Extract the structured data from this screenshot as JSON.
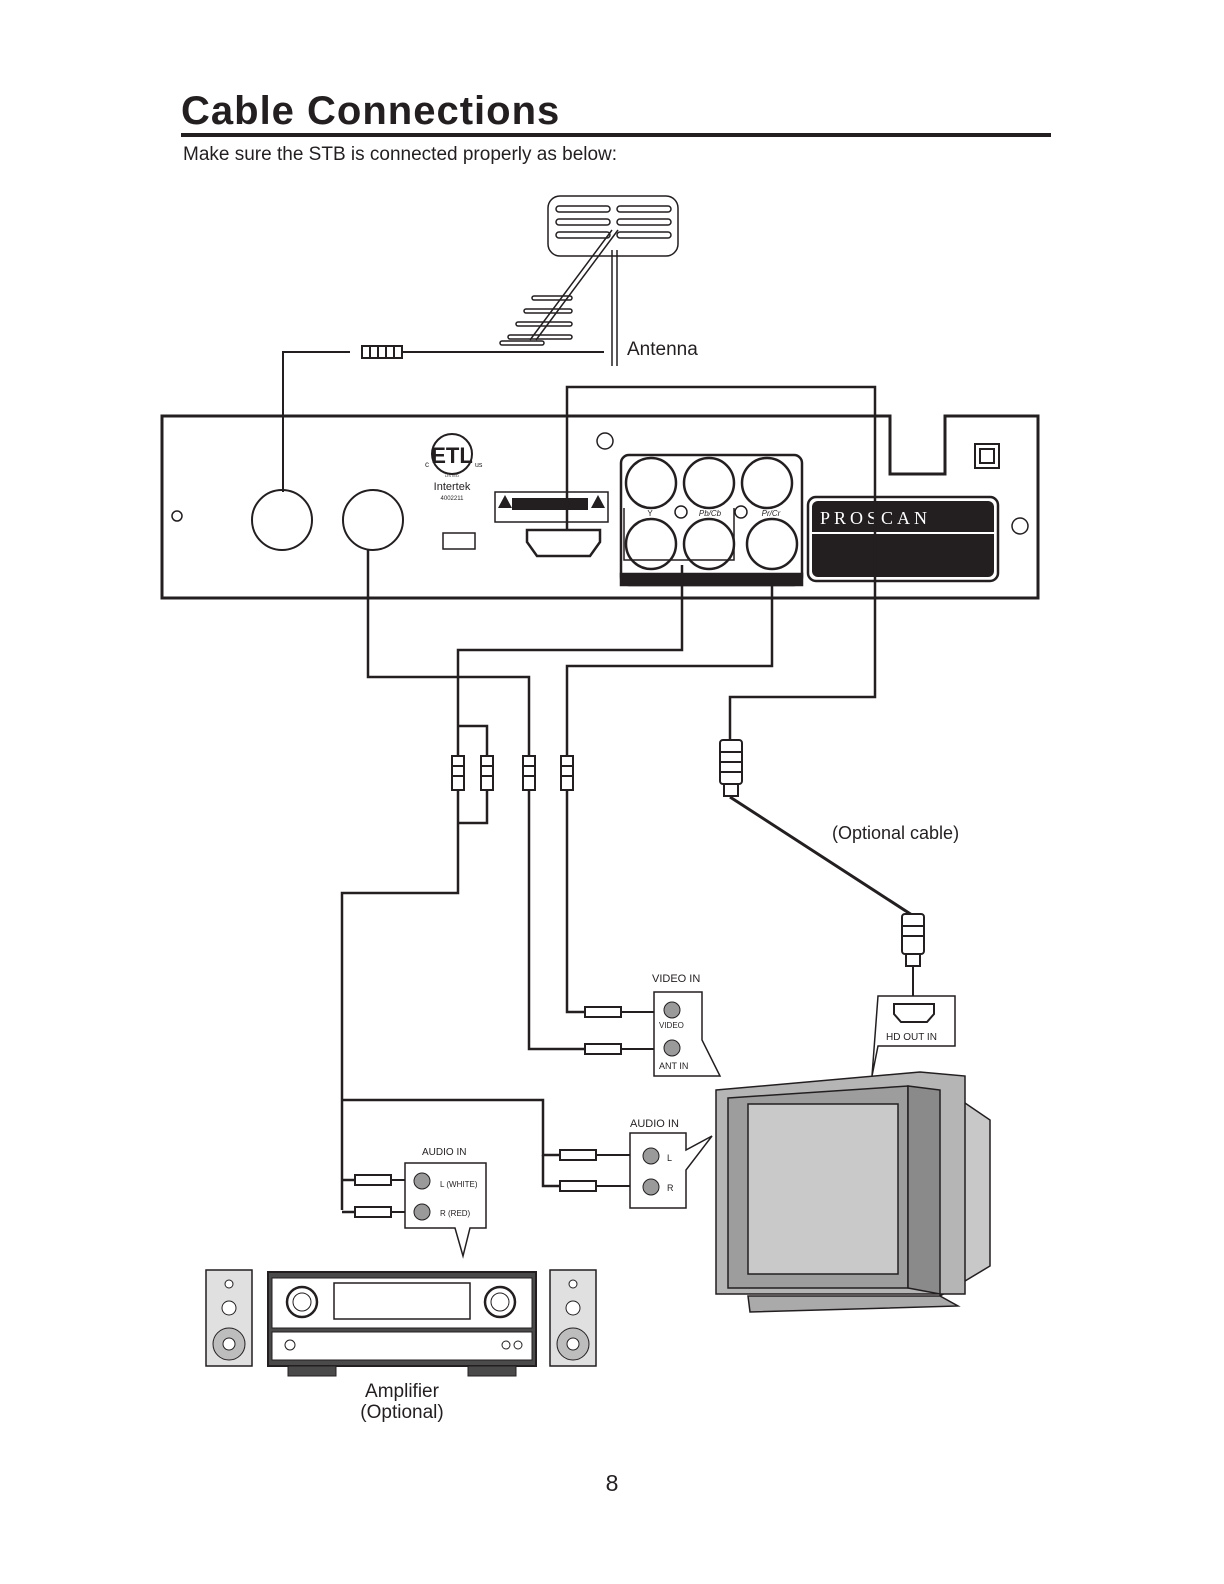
{
  "heading": "Cable Connections",
  "subtitle": "Make sure the STB is connected properly as below:",
  "diagram": {
    "antenna_label": "Antenna",
    "optional_cable_label": "(Optional cable)",
    "amplifier_label_line1": "Amplifier",
    "amplifier_label_line2": "(Optional)",
    "stb": {
      "brand": "PROSCAN",
      "cert_mark": "ETL",
      "cert_c": "c",
      "cert_us": "us",
      "cert_listed": "LISTED",
      "cert_org": "Intertek",
      "cert_number": "4002211",
      "component_labels": [
        "Y",
        "Pb/Cb",
        "Pr/Cr"
      ]
    },
    "tv_video_panel": {
      "title": "VIDEO IN",
      "video_label": "VIDEO",
      "ant_label": "ANT IN"
    },
    "tv_hd_panel": {
      "label": "HD OUT IN"
    },
    "tv_audio_panel": {
      "title": "AUDIO IN",
      "left_label": "L",
      "right_label": "R"
    },
    "amp_audio_panel": {
      "title": "AUDIO IN",
      "left_label": "L (WHITE)",
      "right_label": "R (RED)"
    }
  },
  "page_number": "8"
}
